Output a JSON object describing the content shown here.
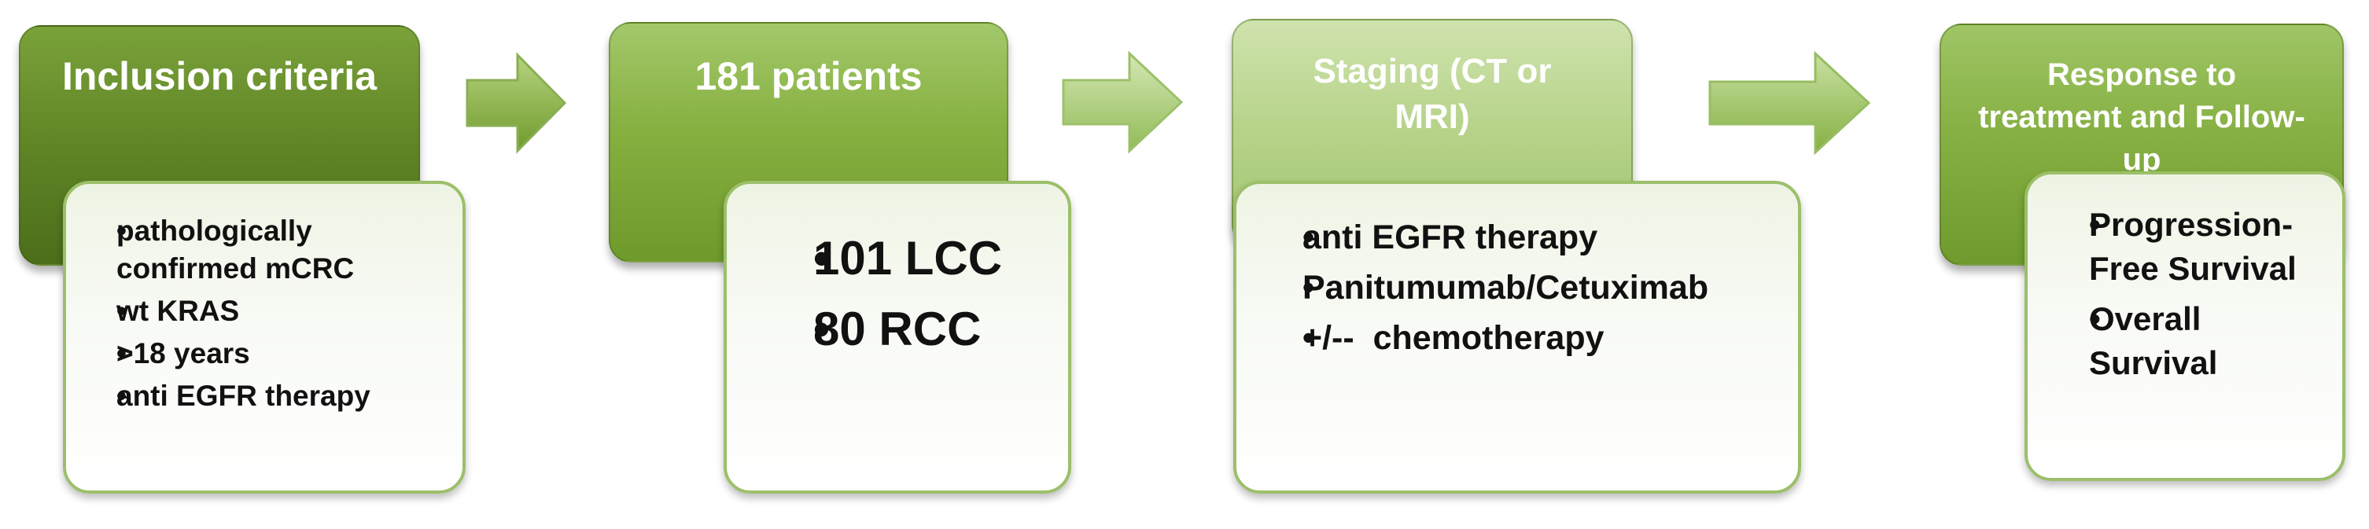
{
  "diagram": {
    "steps": [
      {
        "title": "Inclusion criteria",
        "items": [
          "pathologically confirmed mCRC",
          "wt KRAS",
          ">18 years",
          "anti EGFR therapy"
        ]
      },
      {
        "title": "181 patients",
        "items": [
          "101 LCC",
          "80 RCC"
        ]
      },
      {
        "title": "Staging (CT or MRI)",
        "items": [
          "anti EGFR therapy",
          "Panitumumab/Cetuximab",
          "+/--  chemotherapy"
        ]
      },
      {
        "title": "Response to treatment and Follow-up",
        "items": [
          "Progression-Free Survival",
          "Overall Survival"
        ]
      }
    ]
  },
  "colors": {
    "step1_dark": "#5c7f22",
    "step2": "#84ad3e",
    "step3_light": "#b9d58f",
    "step4": "#86b043",
    "detail_border": "#9cbf6a",
    "arrow": "#8fba4f"
  },
  "icons": [
    "right-arrow-icon",
    "right-arrow-icon",
    "right-arrow-icon"
  ]
}
